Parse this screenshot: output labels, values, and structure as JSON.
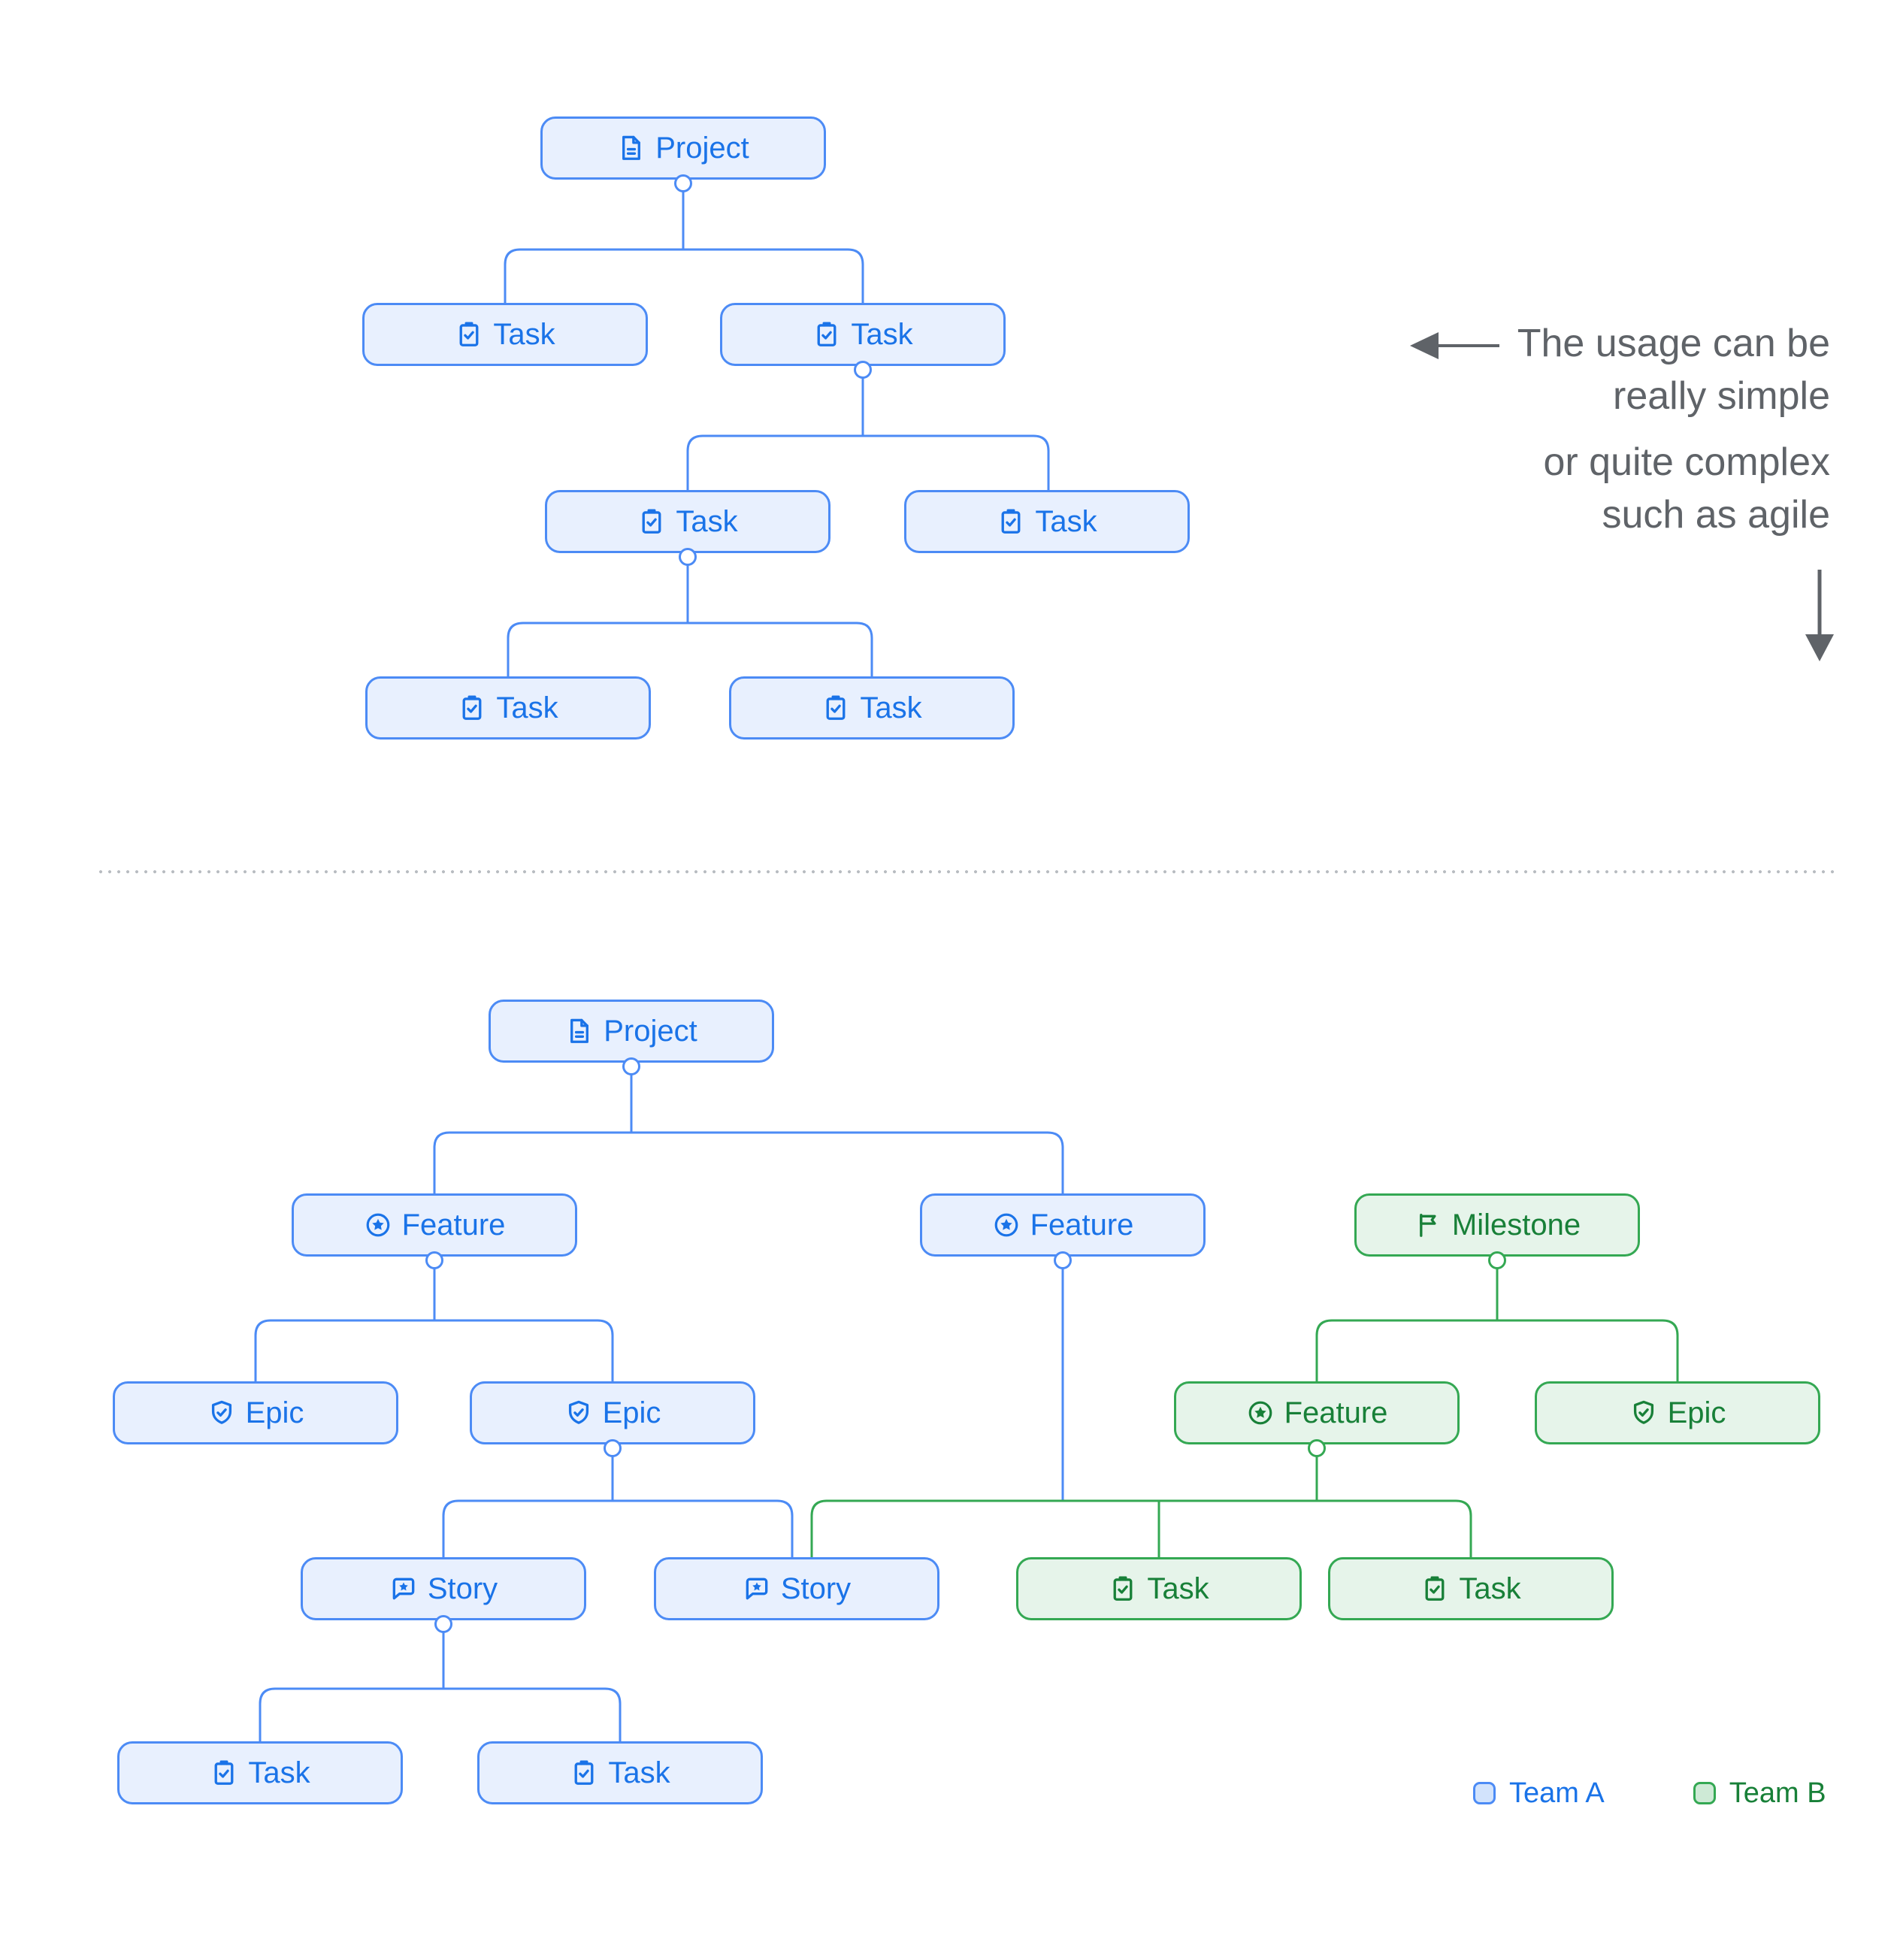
{
  "nodes": {
    "project_top": {
      "label": "Project",
      "icon": "document-icon",
      "team": "A"
    },
    "task_t1": {
      "label": "Task",
      "icon": "clipboard-check-icon",
      "team": "A"
    },
    "task_t2": {
      "label": "Task",
      "icon": "clipboard-check-icon",
      "team": "A"
    },
    "task_t3": {
      "label": "Task",
      "icon": "clipboard-check-icon",
      "team": "A"
    },
    "task_t4": {
      "label": "Task",
      "icon": "clipboard-check-icon",
      "team": "A"
    },
    "task_t5": {
      "label": "Task",
      "icon": "clipboard-check-icon",
      "team": "A"
    },
    "task_t6": {
      "label": "Task",
      "icon": "clipboard-check-icon",
      "team": "A"
    },
    "project_bottom": {
      "label": "Project",
      "icon": "document-icon",
      "team": "A"
    },
    "feature_b1": {
      "label": "Feature",
      "icon": "star-circle-icon",
      "team": "A"
    },
    "feature_b2": {
      "label": "Feature",
      "icon": "star-circle-icon",
      "team": "A"
    },
    "milestone": {
      "label": "Milestone",
      "icon": "flag-icon",
      "team": "B"
    },
    "epic_b1": {
      "label": "Epic",
      "icon": "shield-check-icon",
      "team": "A"
    },
    "epic_b2": {
      "label": "Epic",
      "icon": "shield-check-icon",
      "team": "A"
    },
    "feature_g": {
      "label": "Feature",
      "icon": "star-circle-icon",
      "team": "B"
    },
    "epic_g": {
      "label": "Epic",
      "icon": "shield-check-icon",
      "team": "B"
    },
    "story_1": {
      "label": "Story",
      "icon": "message-star-icon",
      "team": "A"
    },
    "story_2": {
      "label": "Story",
      "icon": "message-star-icon",
      "team": "A"
    },
    "task_g1": {
      "label": "Task",
      "icon": "clipboard-check-icon",
      "team": "B"
    },
    "task_g2": {
      "label": "Task",
      "icon": "clipboard-check-icon",
      "team": "B"
    },
    "task_b1": {
      "label": "Task",
      "icon": "clipboard-check-icon",
      "team": "A"
    },
    "task_b2": {
      "label": "Task",
      "icon": "clipboard-check-icon",
      "team": "A"
    }
  },
  "edges": {
    "diagram_top": [
      [
        "project_top",
        "task_t1"
      ],
      [
        "project_top",
        "task_t2"
      ],
      [
        "task_t2",
        "task_t3"
      ],
      [
        "task_t2",
        "task_t4"
      ],
      [
        "task_t3",
        "task_t5"
      ],
      [
        "task_t3",
        "task_t6"
      ]
    ],
    "diagram_bottom": [
      [
        "project_bottom",
        "feature_b1"
      ],
      [
        "project_bottom",
        "feature_b2"
      ],
      [
        "feature_b1",
        "epic_b1"
      ],
      [
        "feature_b1",
        "epic_b2"
      ],
      [
        "epic_b2",
        "story_1"
      ],
      [
        "epic_b2",
        "story_2"
      ],
      [
        "feature_b2",
        "story_2"
      ],
      [
        "story_1",
        "task_b1"
      ],
      [
        "story_1",
        "task_b2"
      ],
      [
        "milestone",
        "feature_g"
      ],
      [
        "milestone",
        "epic_g"
      ],
      [
        "feature_g",
        "story_2"
      ],
      [
        "feature_g",
        "task_g1"
      ],
      [
        "feature_g",
        "task_g2"
      ]
    ]
  },
  "annotation": {
    "line1": "The usage can be",
    "line2": "really simple",
    "line3": "or quite complex",
    "line4": "such as agile"
  },
  "legend": {
    "team_a": "Team A",
    "team_b": "Team B"
  },
  "colors": {
    "team_a_fill": "#E8F0FE",
    "team_a_border": "#4C8BF5",
    "team_a_text": "#1A73E8",
    "team_b_fill": "#E6F4EA",
    "team_b_border": "#34A853",
    "team_b_text": "#188038",
    "annotation_text": "#5F6368",
    "divider_dots": "#B9BDC2"
  }
}
